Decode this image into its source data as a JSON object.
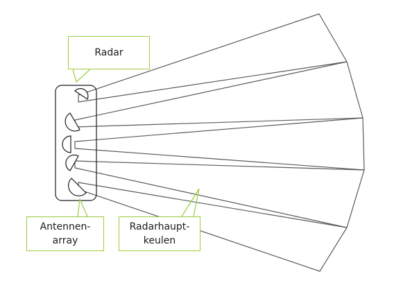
{
  "labels": {
    "radar": "Radar",
    "antenna_array": "Antennen-\narray",
    "main_lobes": "Radarhaupt-\nkeulen"
  },
  "colors": {
    "line": "#555555",
    "callout_border": "#9bcc3c",
    "background": "#ffffff"
  },
  "diagram": {
    "antenna_element_count": 5,
    "beam_count": 5
  }
}
